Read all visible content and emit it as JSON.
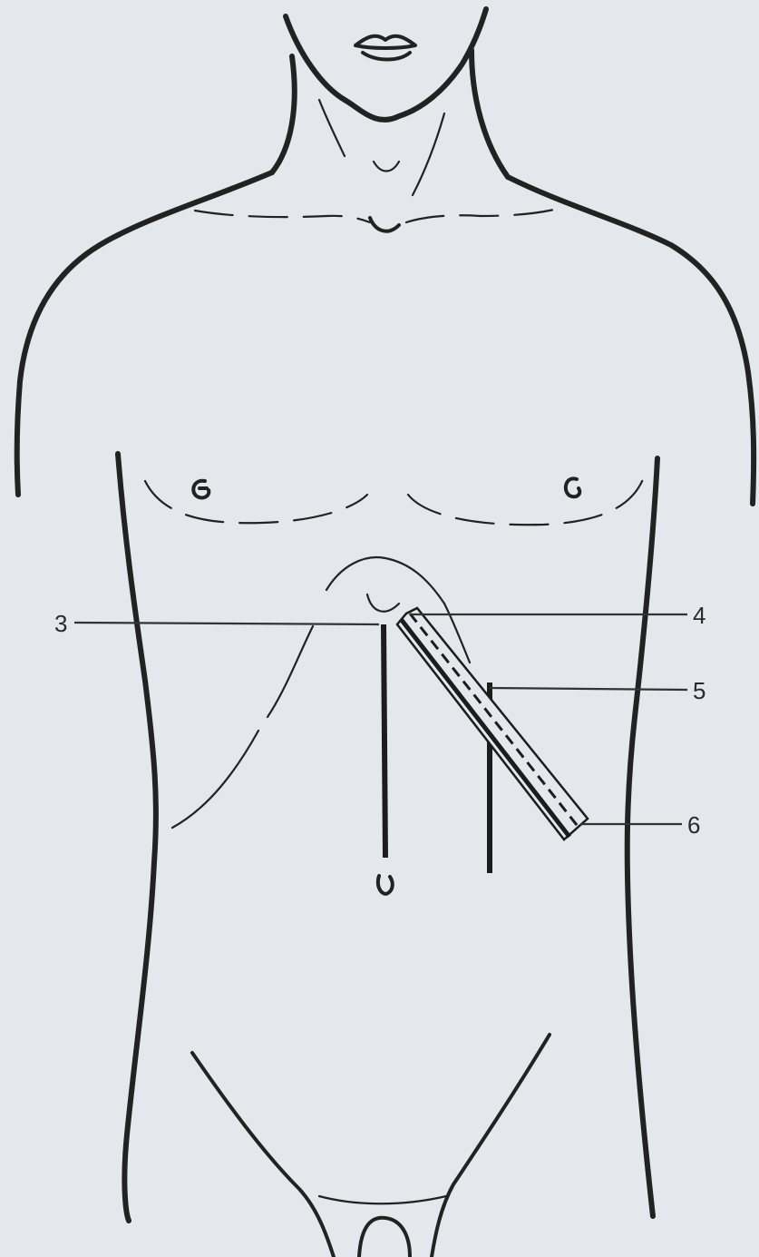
{
  "diagram": {
    "callouts": [
      {
        "id": "3",
        "label": "3"
      },
      {
        "id": "4",
        "label": "4"
      },
      {
        "id": "5",
        "label": "5"
      },
      {
        "id": "6",
        "label": "6"
      }
    ]
  }
}
